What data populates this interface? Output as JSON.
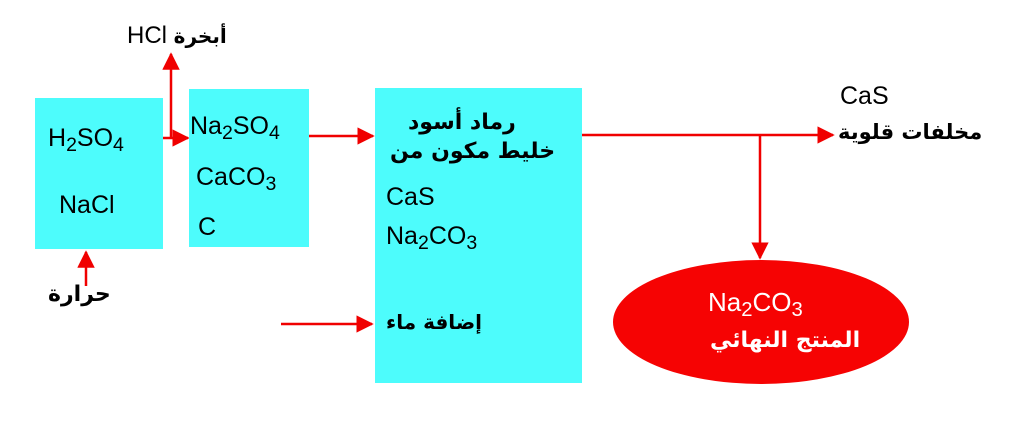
{
  "title": "Leblanc process flow diagram for sodium carbonate production",
  "colors": {
    "box_fill": "#4dfcfc",
    "arrow": "#f00000",
    "product_fill": "#f60303"
  },
  "top_output": {
    "arabic": "أبخرة",
    "formula": "HCl"
  },
  "box1": {
    "items": [
      {
        "base": "H",
        "sub": "2",
        "rest": "SO",
        "sub2": "4"
      },
      {
        "text": "NaCl"
      }
    ]
  },
  "heat_input": {
    "label": "حرارة"
  },
  "box2": {
    "line1": {
      "a": "Na",
      "s1": "2",
      "b": "SO",
      "s2": "4"
    },
    "line2": {
      "a": "CaCO",
      "s1": "3"
    },
    "line3": "C"
  },
  "box3": {
    "heading_line1": "رماد أسود",
    "heading_line2": "خليط مكون من",
    "line1": "CaS",
    "line2": {
      "a": "Na",
      "s1": "2",
      "b": "CO",
      "s2": "3"
    },
    "water": "إضافة ماء"
  },
  "byproduct": {
    "formula": "CaS",
    "arabic": "مخلفات قلوية"
  },
  "product": {
    "formula": {
      "a": "Na",
      "s1": "2",
      "b": "CO",
      "s2": "3"
    },
    "arabic": "المنتج النهائي"
  }
}
